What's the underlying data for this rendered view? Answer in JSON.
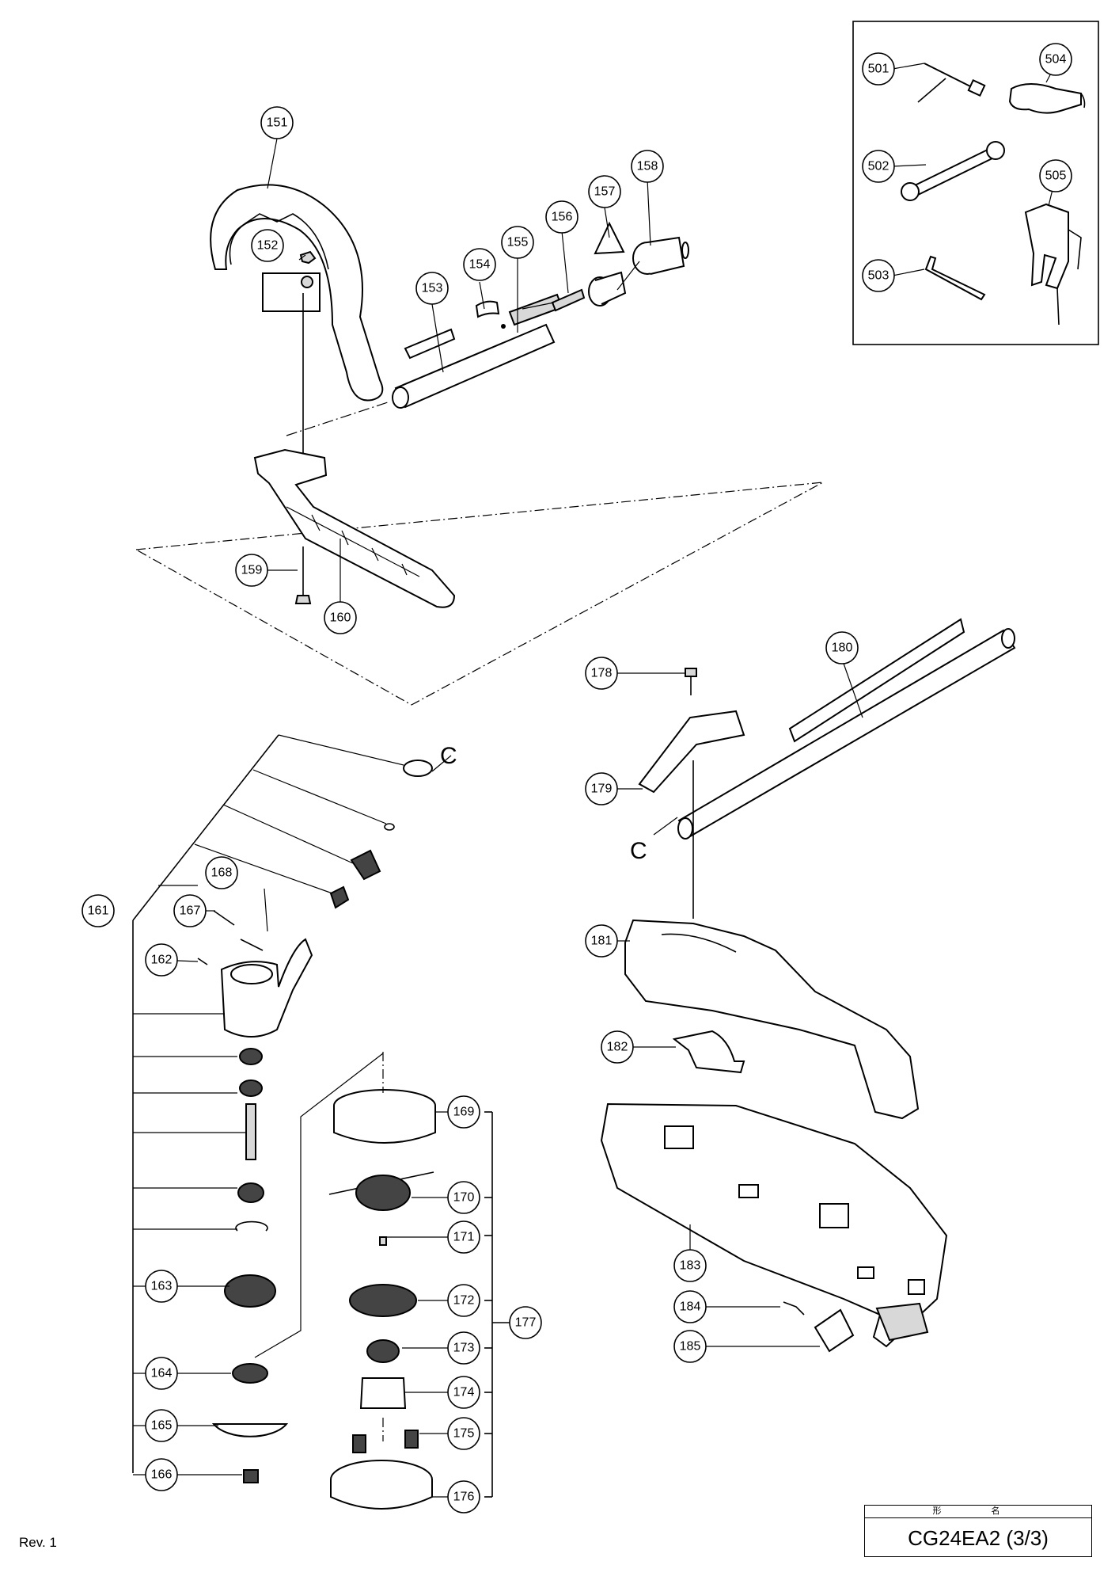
{
  "callouts": {
    "151": "151",
    "152": "152",
    "153": "153",
    "154": "154",
    "155": "155",
    "156": "156",
    "157": "157",
    "158": "158",
    "159": "159",
    "160": "160",
    "161": "161",
    "162": "162",
    "163": "163",
    "164": "164",
    "165": "165",
    "166": "166",
    "167": "167",
    "168": "168",
    "169": "169",
    "170": "170",
    "171": "171",
    "172": "172",
    "173": "173",
    "174": "174",
    "175": "175",
    "176": "176",
    "177": "177",
    "178": "178",
    "179": "179",
    "180": "180",
    "181": "181",
    "182": "182",
    "183": "183",
    "184": "184",
    "185": "185",
    "501": "501",
    "502": "502",
    "503": "503",
    "504": "504",
    "505": "505"
  },
  "section_marks": {
    "c_top": "C",
    "c_bottom": "C"
  },
  "footer": {
    "revision": "Rev. 1",
    "model_header": "形 名",
    "model": "CG24EA2 (3/3)"
  }
}
